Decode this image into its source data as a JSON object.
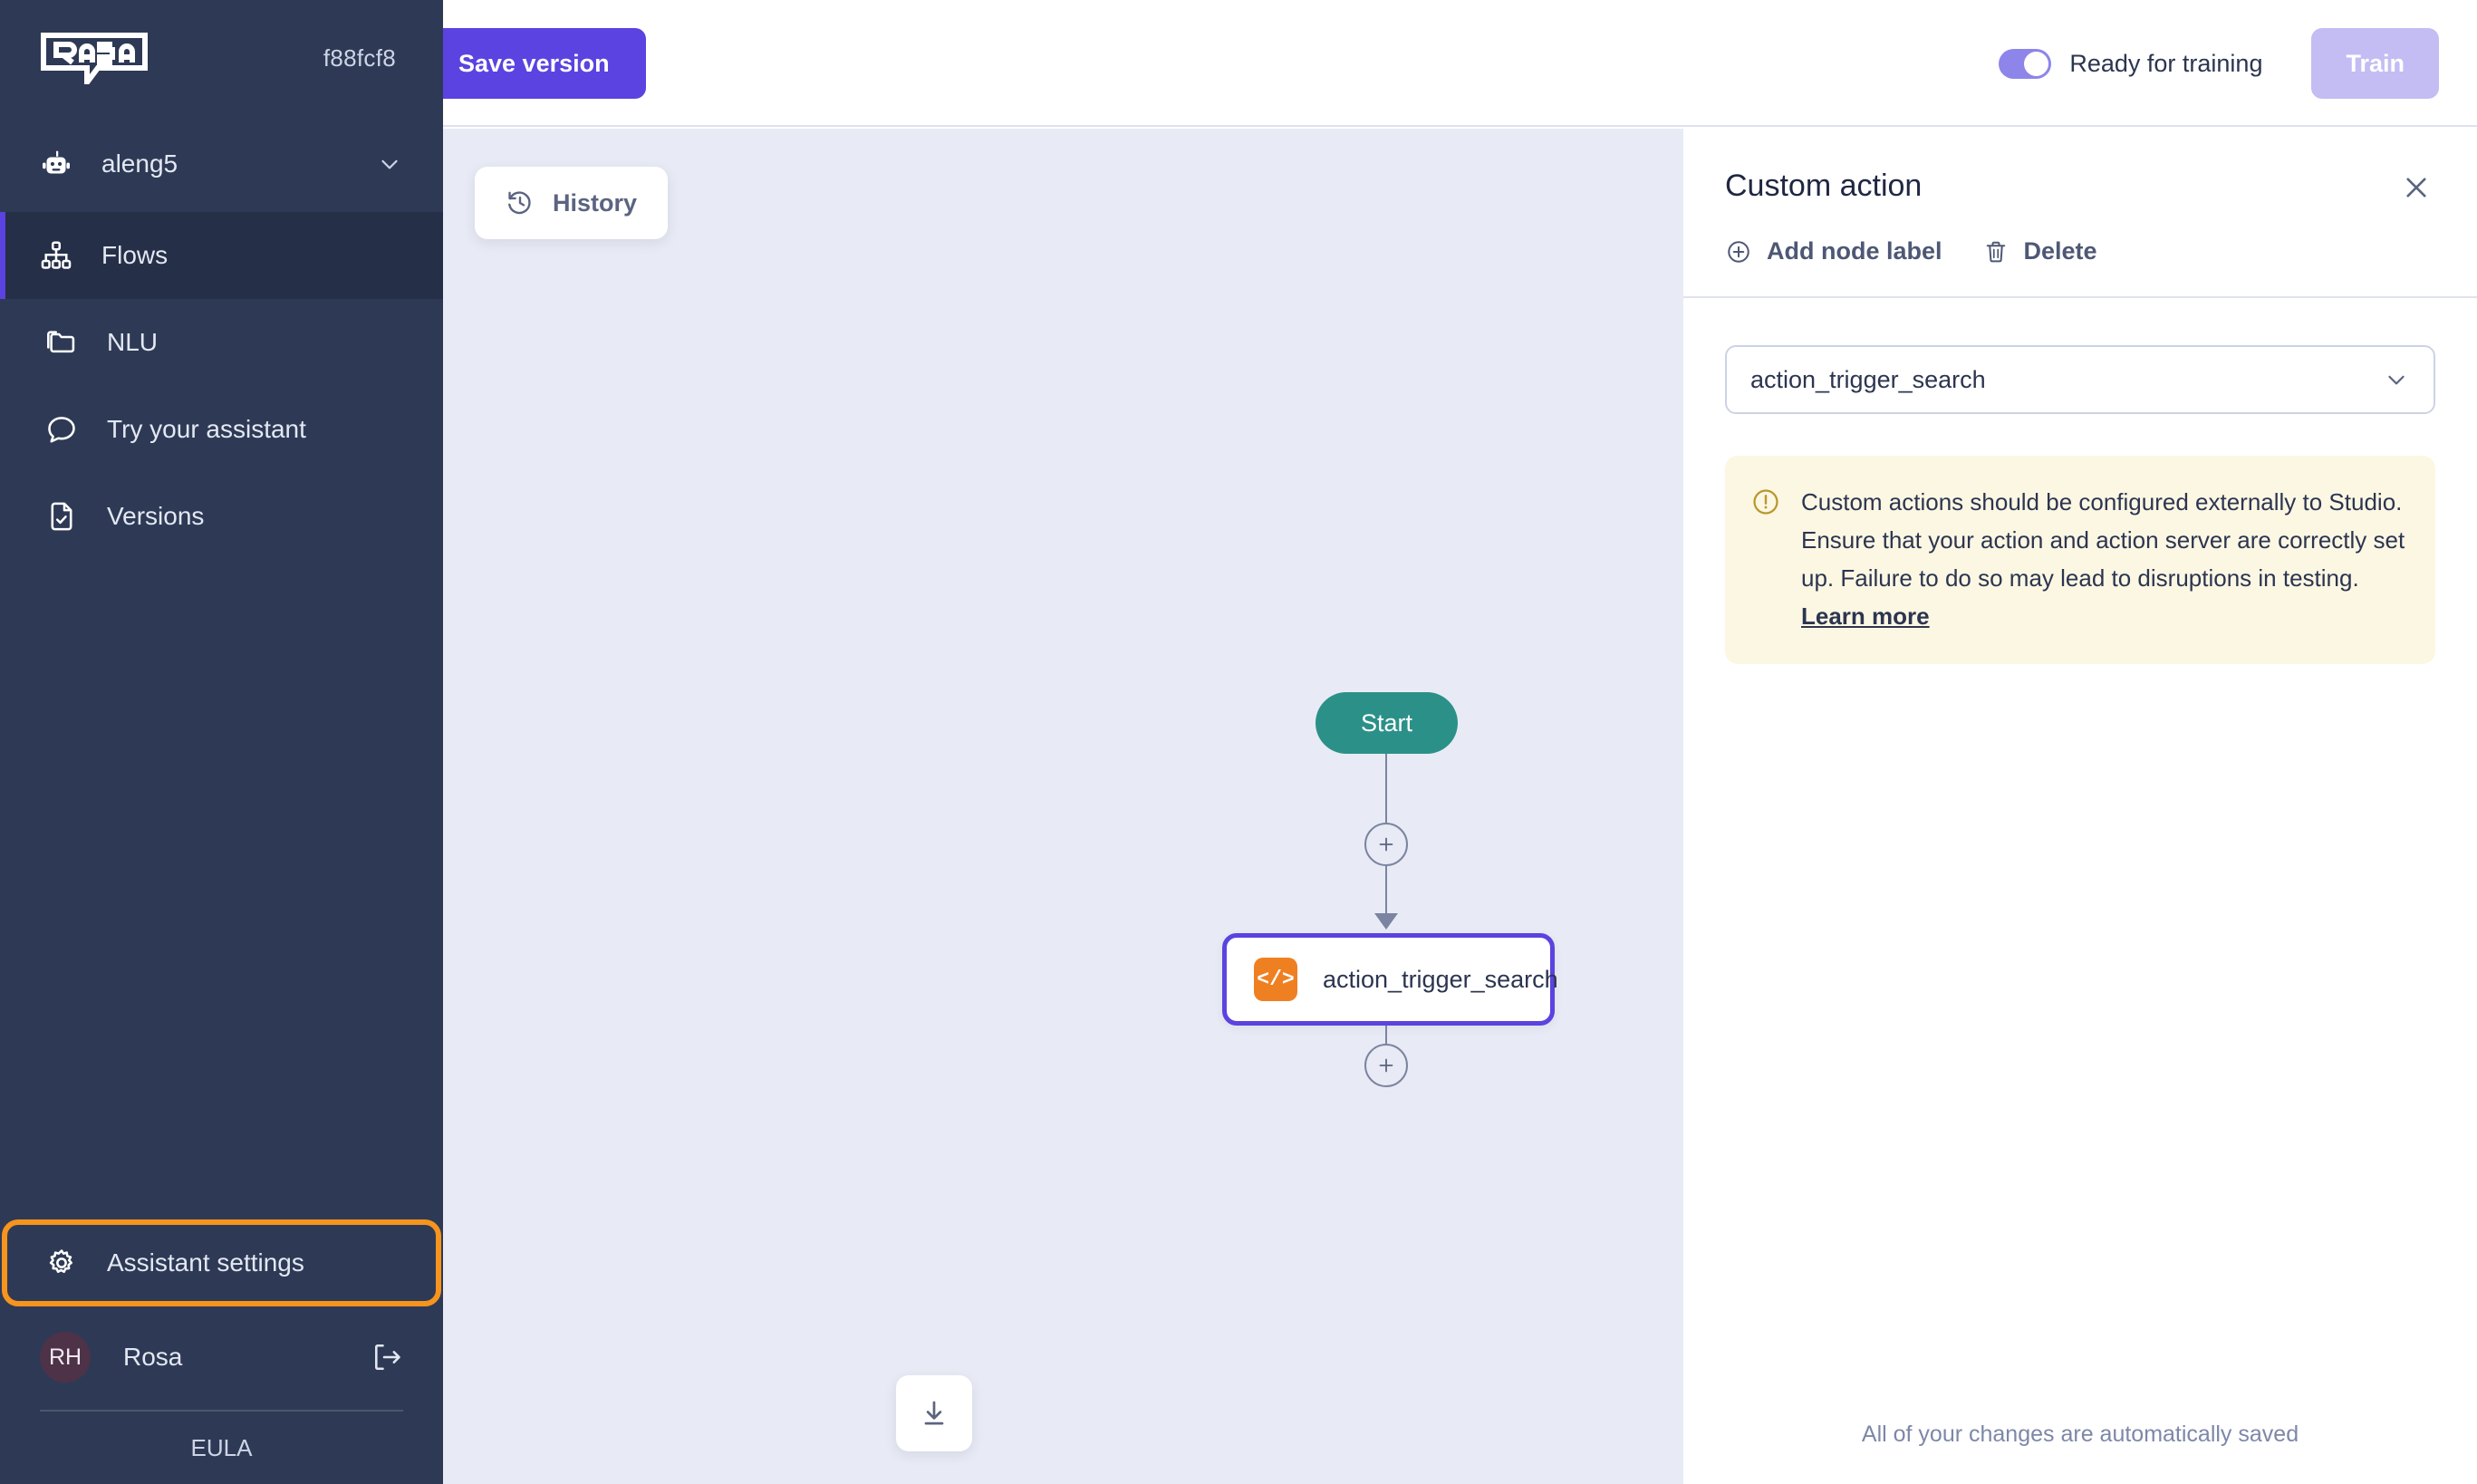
{
  "header": {
    "save_version_label": "Save version",
    "toggle_label": "Ready for training",
    "toggle_state": "on",
    "train_label": "Train",
    "toggle_color": "#8d85ea",
    "train_color": "#c3bdf3",
    "save_color": "#5a43e0"
  },
  "sidebar": {
    "logo_name": "RASA",
    "project_id": "f88fcf8",
    "assistant_name": "aleng5",
    "bg_color": "#2e3a55",
    "active_color": "#252f47",
    "accent_color": "#5a43e0",
    "items": [
      {
        "label": "Flows",
        "icon": "hierarchy-icon",
        "active": true
      },
      {
        "label": "NLU",
        "icon": "folders-icon",
        "active": false
      },
      {
        "label": "Try your assistant",
        "icon": "chat-bubble-icon",
        "active": false
      },
      {
        "label": "Versions",
        "icon": "file-check-icon",
        "active": false
      }
    ],
    "settings_label": "Assistant settings",
    "settings_highlight_color": "#f7941d",
    "user": {
      "initials": "RH",
      "name": "Rosa",
      "avatar_color": "#4d3248"
    },
    "eula_label": "EULA"
  },
  "canvas": {
    "bg_color": "#e8ebf5",
    "history_label": "History",
    "download_label": "Download",
    "flow": {
      "start_label": "Start",
      "start_color": "#2b9188",
      "node_label": "action_trigger_search",
      "node_icon": "code-icon",
      "node_icon_color": "#ef8022",
      "node_border_color": "#5a43e0",
      "node_icon_glyph": "</>",
      "plus_glyph": "+"
    }
  },
  "panel": {
    "title": "Custom action",
    "add_node_label": "Add node label",
    "delete_label": "Delete",
    "select_value": "action_trigger_search",
    "callout": {
      "text": "Custom actions should be configured externally to Studio. Ensure that your action and action server are correctly set up. Failure to do so may lead to disruptions in testing. ",
      "link_text": "Learn more",
      "bg_color": "#fcf7e3"
    },
    "footer_text": "All of your changes are automatically saved"
  }
}
